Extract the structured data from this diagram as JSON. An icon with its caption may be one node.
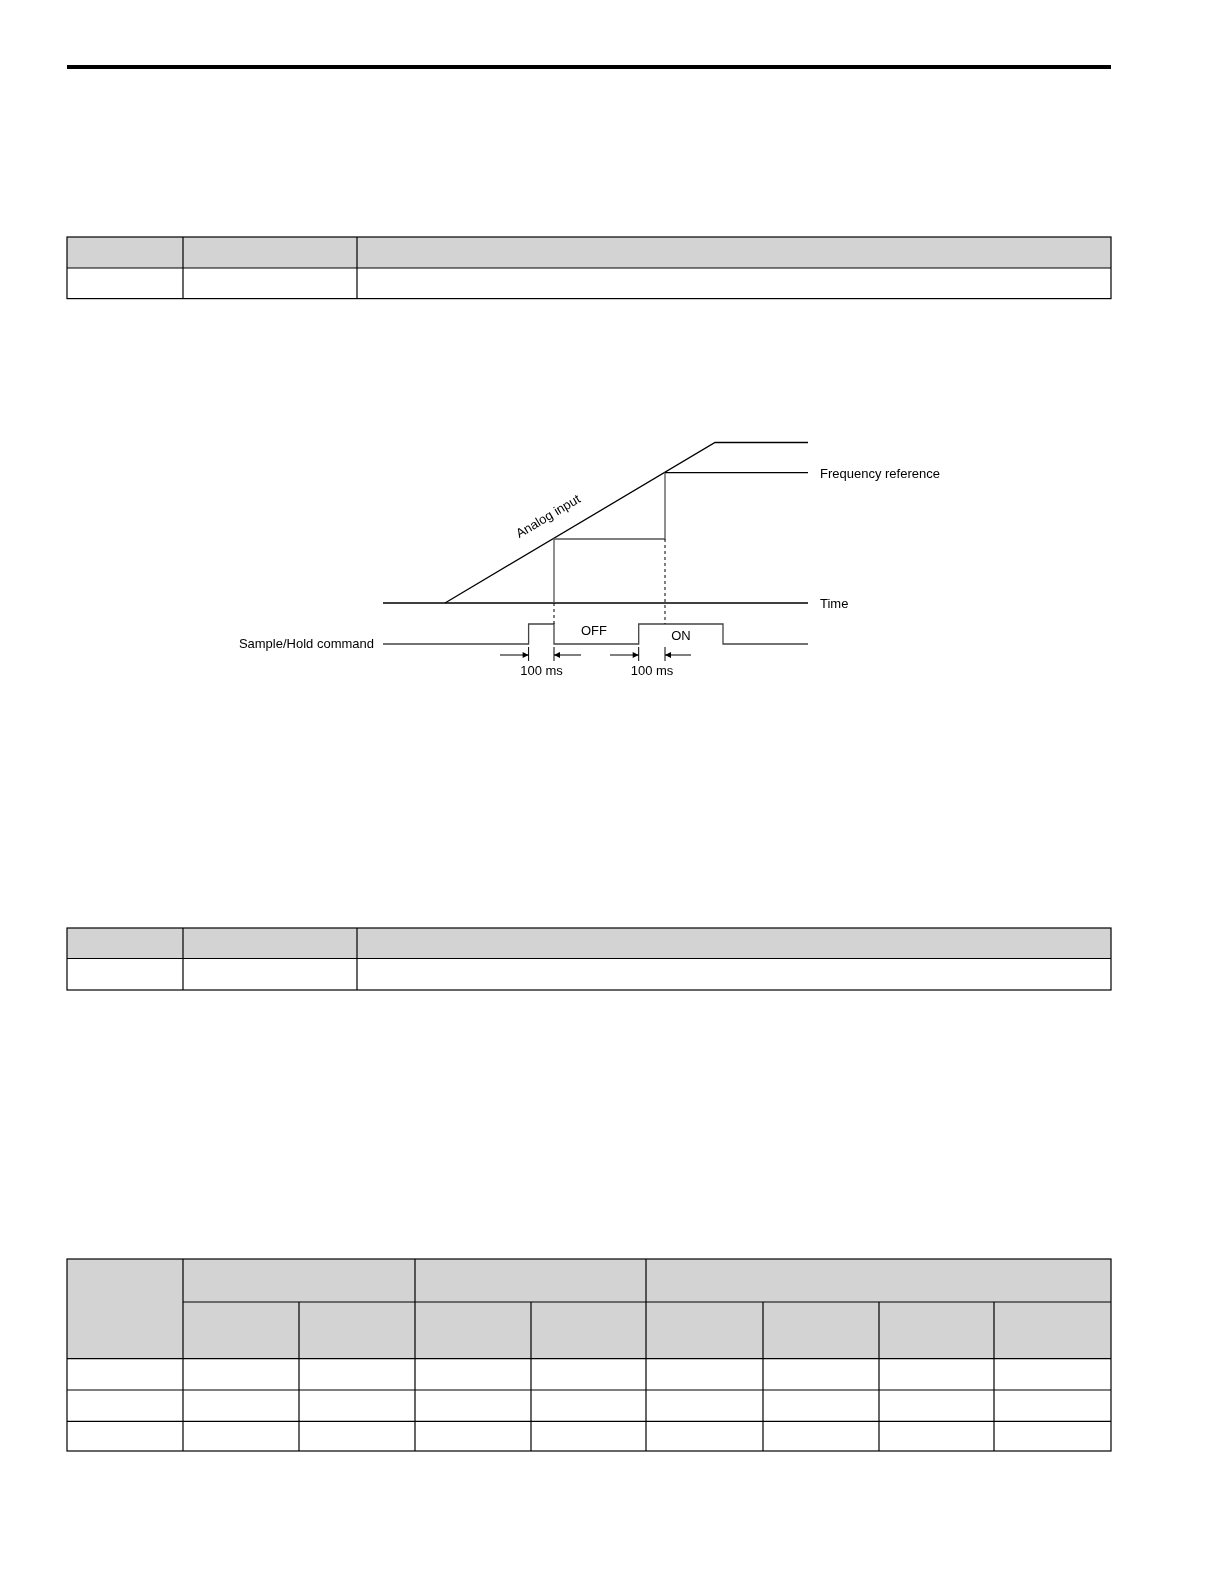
{
  "diagram": {
    "labels": [
      "Analog input",
      "Frequency reference",
      "Time",
      "Sample/Hold command",
      "OFF",
      "ON",
      "100 ms",
      "100 ms"
    ]
  }
}
